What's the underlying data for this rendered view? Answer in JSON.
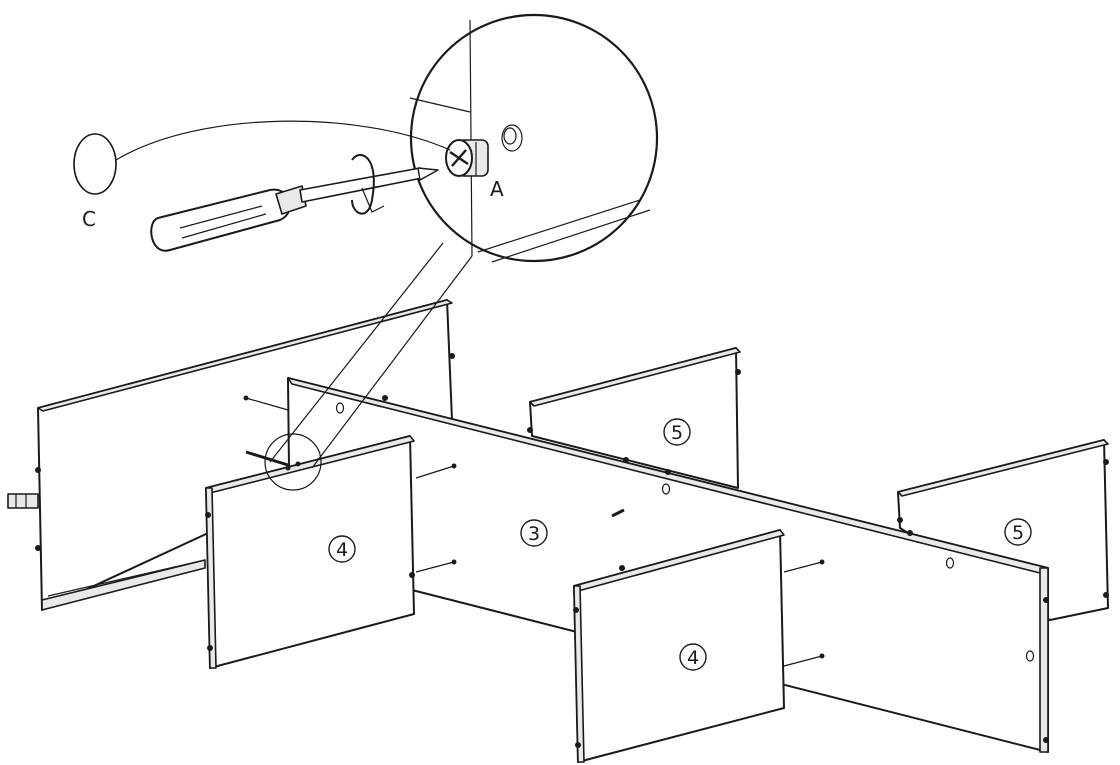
{
  "callouts": {
    "cam_lock": "A",
    "cover_cap": "C"
  },
  "panels": {
    "center_divider": "3",
    "front_divider_left": "4",
    "front_divider_right": "4",
    "back_divider_left": "5",
    "back_divider_right": "5"
  },
  "colors": {
    "ink": "#1a1a1a",
    "paper": "#ffffff",
    "panel_edge": "#e9e9e9"
  }
}
